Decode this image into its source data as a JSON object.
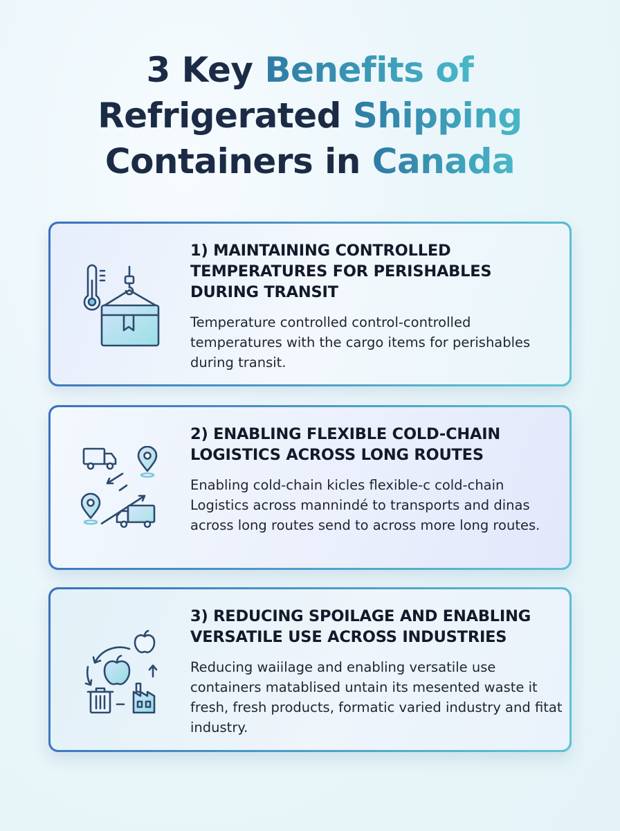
{
  "title": {
    "line1_a": "3 Key ",
    "line1_b": "Benefits of",
    "line2_a": "Refrigerated ",
    "line2_b": "Shipping",
    "line3_a": "Containers in ",
    "line3_b": "Canada"
  },
  "cards": [
    {
      "heading": "1) MAINTAINING CONTROLLED TEMPERATURES FOR PERISHABLES DURING TRANSIT",
      "body": "Temperature controlled control-controlled temperatures with the cargo items for perishables during transit.",
      "icon": "thermometer-crate-icon"
    },
    {
      "heading": "2) ENABLING FLEXIBLE COLD-CHAIN LOGISTICS ACROSS LONG ROUTES",
      "body": "Enabling cold-chain kicles flexible-c cold-chain Logistics across mannindé to transports and dinas across long routes send to across more long routes.",
      "icon": "truck-route-icon"
    },
    {
      "heading": "3) REDUCING SPOILAGE AND ENABLING VERSATILE USE ACROSS INDUSTRIES",
      "body": "Reducing waiilage and enabling versatile use containers matablised untain its mesented waste it fresh, fresh products, formatic varied industry and fitat industry.",
      "icon": "apple-recycle-factory-icon"
    }
  ],
  "colors": {
    "title_dark": "#1c2b45",
    "title_teal": "#3a98b5",
    "card_border_start": "#3b6fbd",
    "card_border_end": "#5dc6d2",
    "icon_stroke": "#2c4a6e"
  }
}
